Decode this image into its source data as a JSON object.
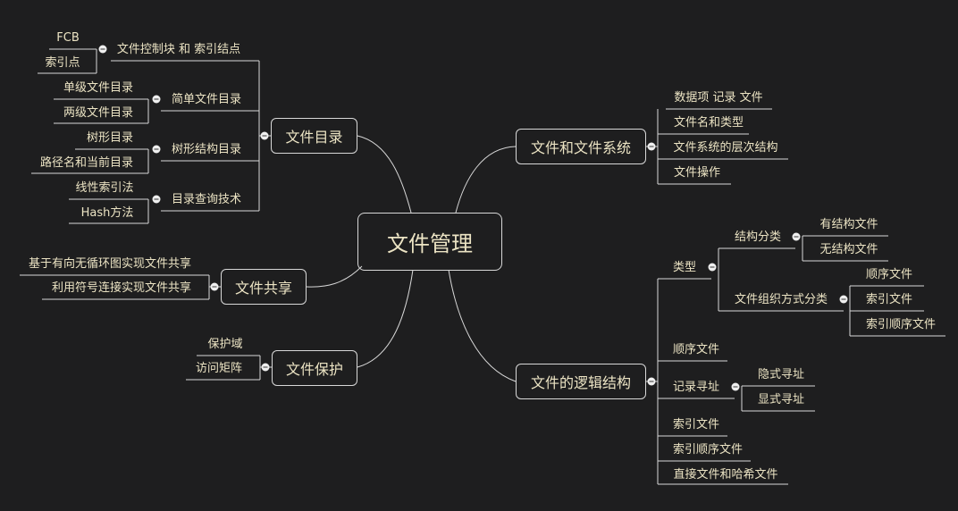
{
  "root": "文件管理",
  "branches": {
    "dir": "文件目录",
    "sys": "文件和文件系统",
    "share": "文件共享",
    "logic": "文件的逻辑结构",
    "protect": "文件保护"
  },
  "dir": {
    "fcb_group": "文件控制块 和 索引结点",
    "fcb": "FCB",
    "inode": "索引点",
    "simple": "简单文件目录",
    "single": "单级文件目录",
    "two": "两级文件目录",
    "tree": "树形结构目录",
    "tree_dir": "树形目录",
    "path": "路径名和当前目录",
    "query": "目录查询技术",
    "linear": "线性索引法",
    "hash": "Hash方法"
  },
  "sys": {
    "item1": "数据项 记录 文件",
    "item2": "文件名和类型",
    "item3": "文件系统的层次结构",
    "item4": "文件操作"
  },
  "share": {
    "dag": "基于有向无循环图实现文件共享",
    "symlink": "利用符号连接实现文件共享"
  },
  "protect": {
    "domain": "保护域",
    "matrix": "访问矩阵"
  },
  "logic": {
    "type": "类型",
    "struct_class": "结构分类",
    "structured": "有结构文件",
    "unstructured": "无结构文件",
    "org_class": "文件组织方式分类",
    "seq": "顺序文件",
    "idx": "索引文件",
    "idxseq": "索引顺序文件",
    "seq2": "顺序文件",
    "addr": "记录寻址",
    "implicit": "隐式寻址",
    "explicit": "显式寻址",
    "idx2": "索引文件",
    "idxseq2": "索引顺序文件",
    "direct": "直接文件和哈希文件"
  }
}
